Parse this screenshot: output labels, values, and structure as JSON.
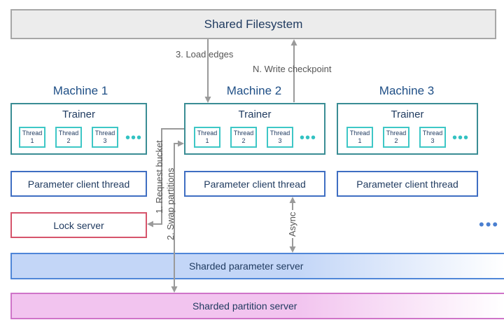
{
  "filesystem": {
    "label": "Shared Filesystem"
  },
  "machines": [
    {
      "title": "Machine 1",
      "trainer": "Trainer",
      "threads": [
        [
          "Thread",
          "1"
        ],
        [
          "Thread",
          "2"
        ],
        [
          "Thread",
          "3"
        ]
      ],
      "more": "•••",
      "param_client": "Parameter client thread"
    },
    {
      "title": "Machine 2",
      "trainer": "Trainer",
      "threads": [
        [
          "Thread",
          "1"
        ],
        [
          "Thread",
          "2"
        ],
        [
          "Thread",
          "3"
        ]
      ],
      "more": "•••",
      "param_client": "Parameter client thread"
    },
    {
      "title": "Machine 3",
      "trainer": "Trainer",
      "threads": [
        [
          "Thread",
          "1"
        ],
        [
          "Thread",
          "2"
        ],
        [
          "Thread",
          "3"
        ]
      ],
      "more": "•••",
      "param_client": "Parameter client thread"
    }
  ],
  "more_machines": "•••",
  "lock_server": {
    "label": "Lock server"
  },
  "sharded_parameter_server": {
    "label": "Sharded parameter server"
  },
  "sharded_partition_server": {
    "label": "Sharded partition server"
  },
  "edges": {
    "load_edges": "3. Load edges",
    "write_checkpoint": "N. Write checkpoint",
    "request_bucket": "1. Request bucket",
    "swap_partitions": "2. Swap partitions",
    "async": "Async"
  },
  "colors": {
    "trainer_border": "#3a8d94",
    "thread_border": "#3ec7c6",
    "param_client_border": "#3f6ec2",
    "lock_border": "#d6546b",
    "param_server_fill": "#c3d6f7",
    "partition_server_fill": "#f2c4ef",
    "arrow": "#9a9a9a"
  }
}
